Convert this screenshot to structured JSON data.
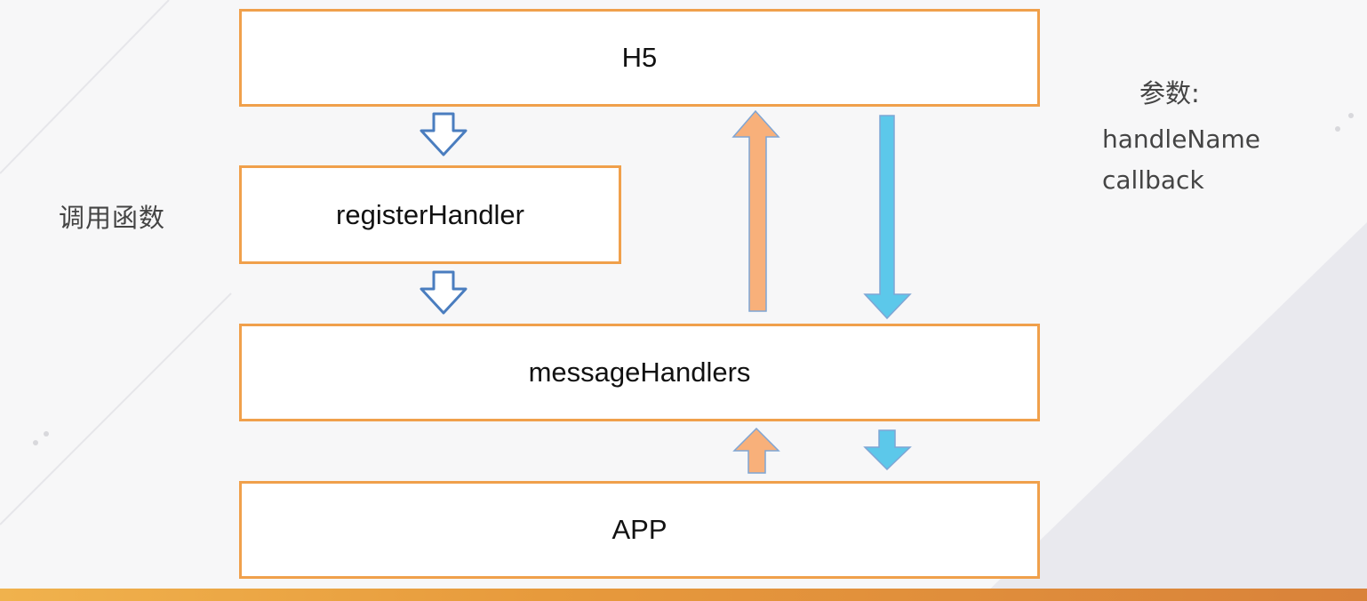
{
  "diagram": {
    "boxes": {
      "h5": "H5",
      "register": "registerHandler",
      "message": "messageHandlers",
      "app": "APP"
    },
    "call_label": "调用函数",
    "params": {
      "title": "参数:",
      "items": [
        "handleName",
        "callback"
      ]
    }
  },
  "colors": {
    "box_border": "#f0a04b",
    "blue_outline_arrow": "#4a7dbf",
    "orange_arrow": "#f8b07a",
    "cyan_arrow": "#5cc8ea",
    "bottom_bar": "#e79a3c"
  }
}
